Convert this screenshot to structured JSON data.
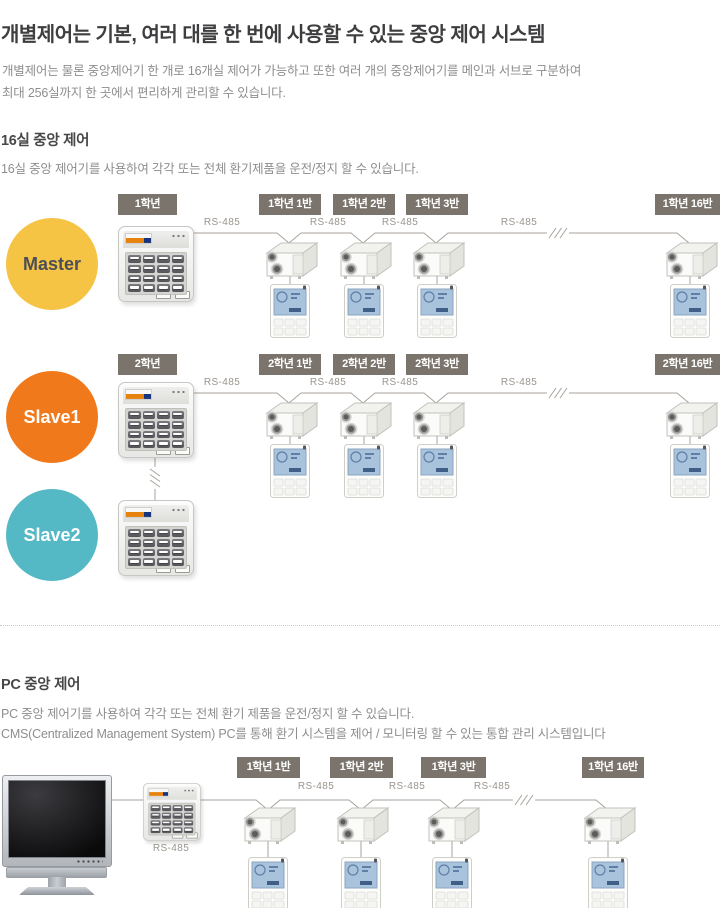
{
  "colors": {
    "master_node": "#f6c445",
    "slave1_node": "#f0791b",
    "slave2_node": "#55b9c5",
    "room_label_bg": "#7b746c",
    "wire": "#a8a29b",
    "title_text": "#3e3e40",
    "body_text": "#8e8e8e"
  },
  "icons": {
    "ventilation_unit": "isometric-box-with-duct-ports",
    "wall_controller": "remote-panel-with-blue-lcd",
    "central_keypad": "4x4-button-control-panel",
    "pc_monitor": "lcd-monitor-with-stand",
    "line_break": "triple-slash"
  },
  "header": {
    "title": "개별제어는 기본, 여러 대를 한 번에 사용할 수 있는 중앙 제어 시스템",
    "intro1": "개별제어는 물론 중앙제어기 한 개로 16개실 제어가 가능하고 또한 여러 개의 중앙제어기를 메인과 서브로 구분하여",
    "intro2": "최대 256실까지 한 곳에서 편리하게 관리할 수 있습니다."
  },
  "room16": {
    "heading": "16실 중앙 제어",
    "description": "16실 중앙 제어기를 사용하여 각각 또는 전체 환기제품을 운전/정지 할 수 있습니다.",
    "master_label": "Master",
    "slave1_label": "Slave1",
    "slave2_label": "Slave2",
    "row1": {
      "grade": "1학년",
      "rooms": [
        "1학년 1반",
        "1학년 2반",
        "1학년 3반",
        "1학년 16반"
      ],
      "rs": [
        "RS-485",
        "RS-485",
        "RS-485",
        "RS-485"
      ]
    },
    "row2": {
      "grade": "2학년",
      "rooms": [
        "2학년 1반",
        "2학년 2반",
        "2학년 3반",
        "2학년 16반"
      ],
      "rs": [
        "RS-485",
        "RS-485",
        "RS-485",
        "RS-485"
      ]
    }
  },
  "pc": {
    "heading": "PC 중앙 제어",
    "description1": "PC 중앙 제어기를 사용하여 각각 또는 전체 환기 제품을 운전/정지 할 수 있습니다.",
    "description2": "CMS(Centralized Management System) PC를 통해 환기 시스템을 제어 / 모니터링 할 수 있는 통합 관리 시스템입니다",
    "rooms": [
      "1학년 1반",
      "1학년 2반",
      "1학년 3반",
      "1학년 16반"
    ],
    "rs": [
      "RS-485",
      "RS-485",
      "RS-485"
    ],
    "pc_rs": "RS-485"
  }
}
